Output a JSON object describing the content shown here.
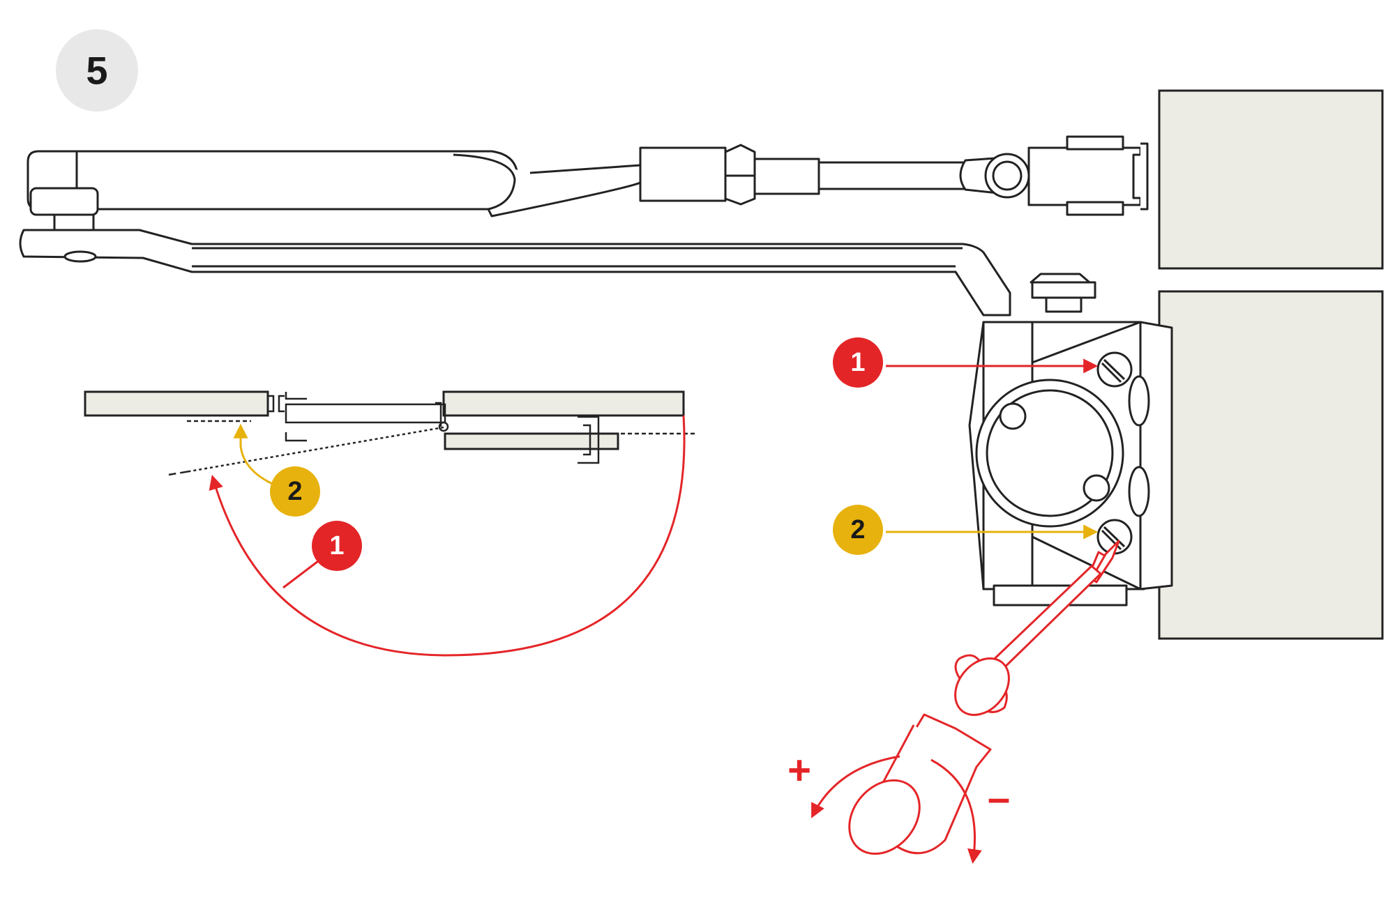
{
  "step": {
    "number": "5"
  },
  "callouts": {
    "one": "1",
    "two": "2"
  },
  "rotation": {
    "increase": "+",
    "decrease": "–"
  },
  "colors": {
    "red": "#e42528",
    "yellow": "#e7b20d",
    "panel": "#ecebe4",
    "outline": "#222222",
    "step_circle": "#e8e8e8"
  }
}
